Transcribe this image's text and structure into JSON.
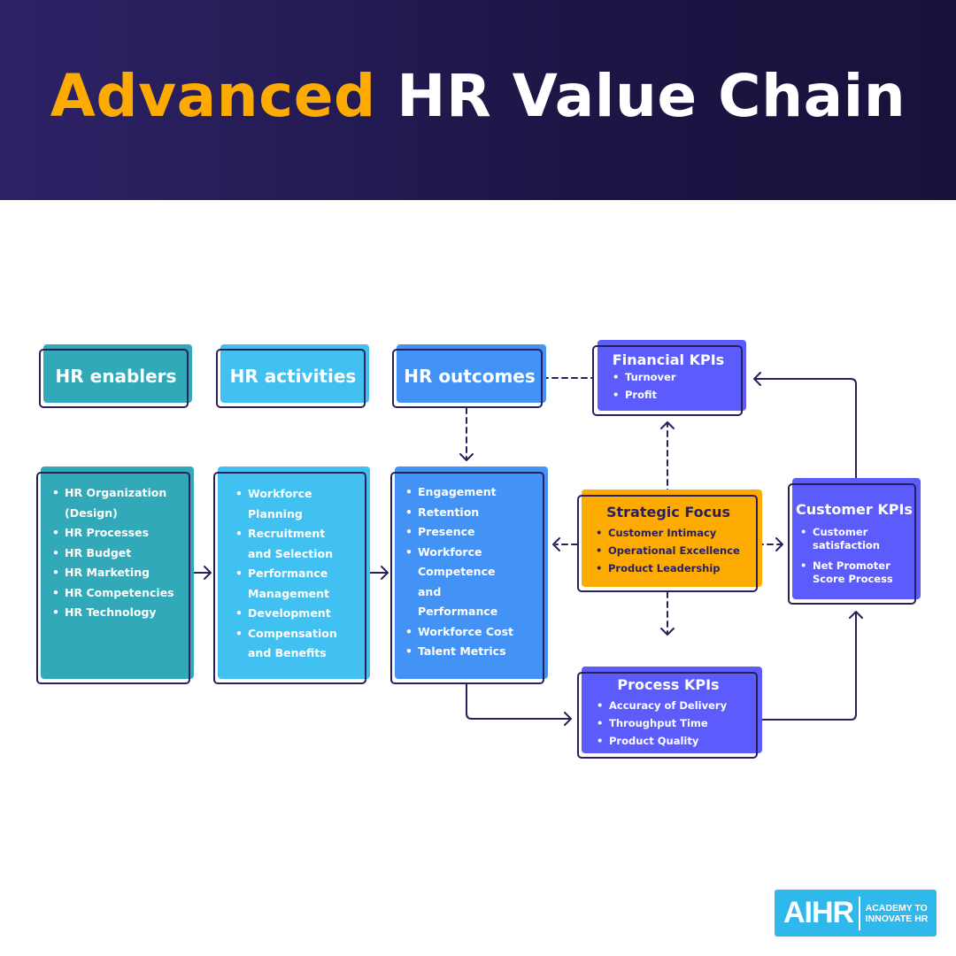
{
  "title": {
    "highlight": "Advanced",
    "rest": "HR Value Chain"
  },
  "colors": {
    "enablers": "#31a9b8",
    "activities": "#40c1f2",
    "outcomes": "#4393f7",
    "kpi": "#5c5cfd",
    "strategic": "#fdab00",
    "line": "#2a1f5b"
  },
  "columns": [
    {
      "heading": "HR enablers",
      "items": [
        "HR Organization (Design)",
        "HR Processes",
        "HR Budget",
        "HR Marketing",
        "HR Competencies",
        "HR Technology"
      ]
    },
    {
      "heading": "HR activities",
      "items": [
        "Workforce Planning",
        "Recruitment and Selection",
        "Performance Management",
        "Development",
        "Compensation and Benefits"
      ]
    },
    {
      "heading": "HR outcomes",
      "items": [
        "Engagement",
        "Retention",
        "Presence",
        "Workforce Competence and Performance",
        "Workforce Cost",
        "Talent Metrics"
      ]
    }
  ],
  "financial": {
    "heading": "Financial KPIs",
    "items": [
      "Turnover",
      "Profit"
    ]
  },
  "strategic": {
    "heading": "Strategic Focus",
    "items": [
      "Customer Intimacy",
      "Operational Excellence",
      "Product Leadership"
    ]
  },
  "customer": {
    "heading": "Customer KPIs",
    "items": [
      "Customer satisfaction",
      "Net Promoter Score Process"
    ]
  },
  "process": {
    "heading": "Process KPIs",
    "items": [
      "Accuracy of Delivery",
      "Throughput Time",
      "Product Quality"
    ]
  },
  "logo": {
    "mark": "AIHR",
    "line1": "ACADEMY TO",
    "line2": "INNOVATE HR"
  }
}
